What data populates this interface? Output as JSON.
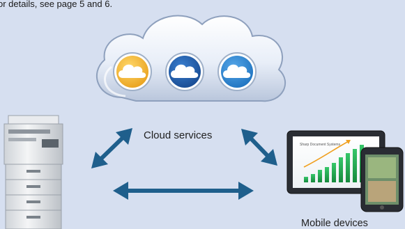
{
  "caption": "or details, see page 5 and 6.",
  "cloud_label": "Cloud services",
  "mobile_label": "Mobile devices",
  "tablet_chart_title": "Sharp Document Systems",
  "colors": {
    "background": "#d6dff0",
    "arrow": "#1f5f8c",
    "service_yellow": "#f2b531",
    "service_blue_dark": "#1f5ca6",
    "service_blue_light": "#2f86d0",
    "chart_green": "#1fa84a"
  },
  "icons": [
    "cloud-service-icon-yellow",
    "cloud-service-icon-blue",
    "cloud-service-icon-lightblue",
    "copier-icon",
    "tablet-icon",
    "smartphone-icon",
    "arrow-icon"
  ]
}
